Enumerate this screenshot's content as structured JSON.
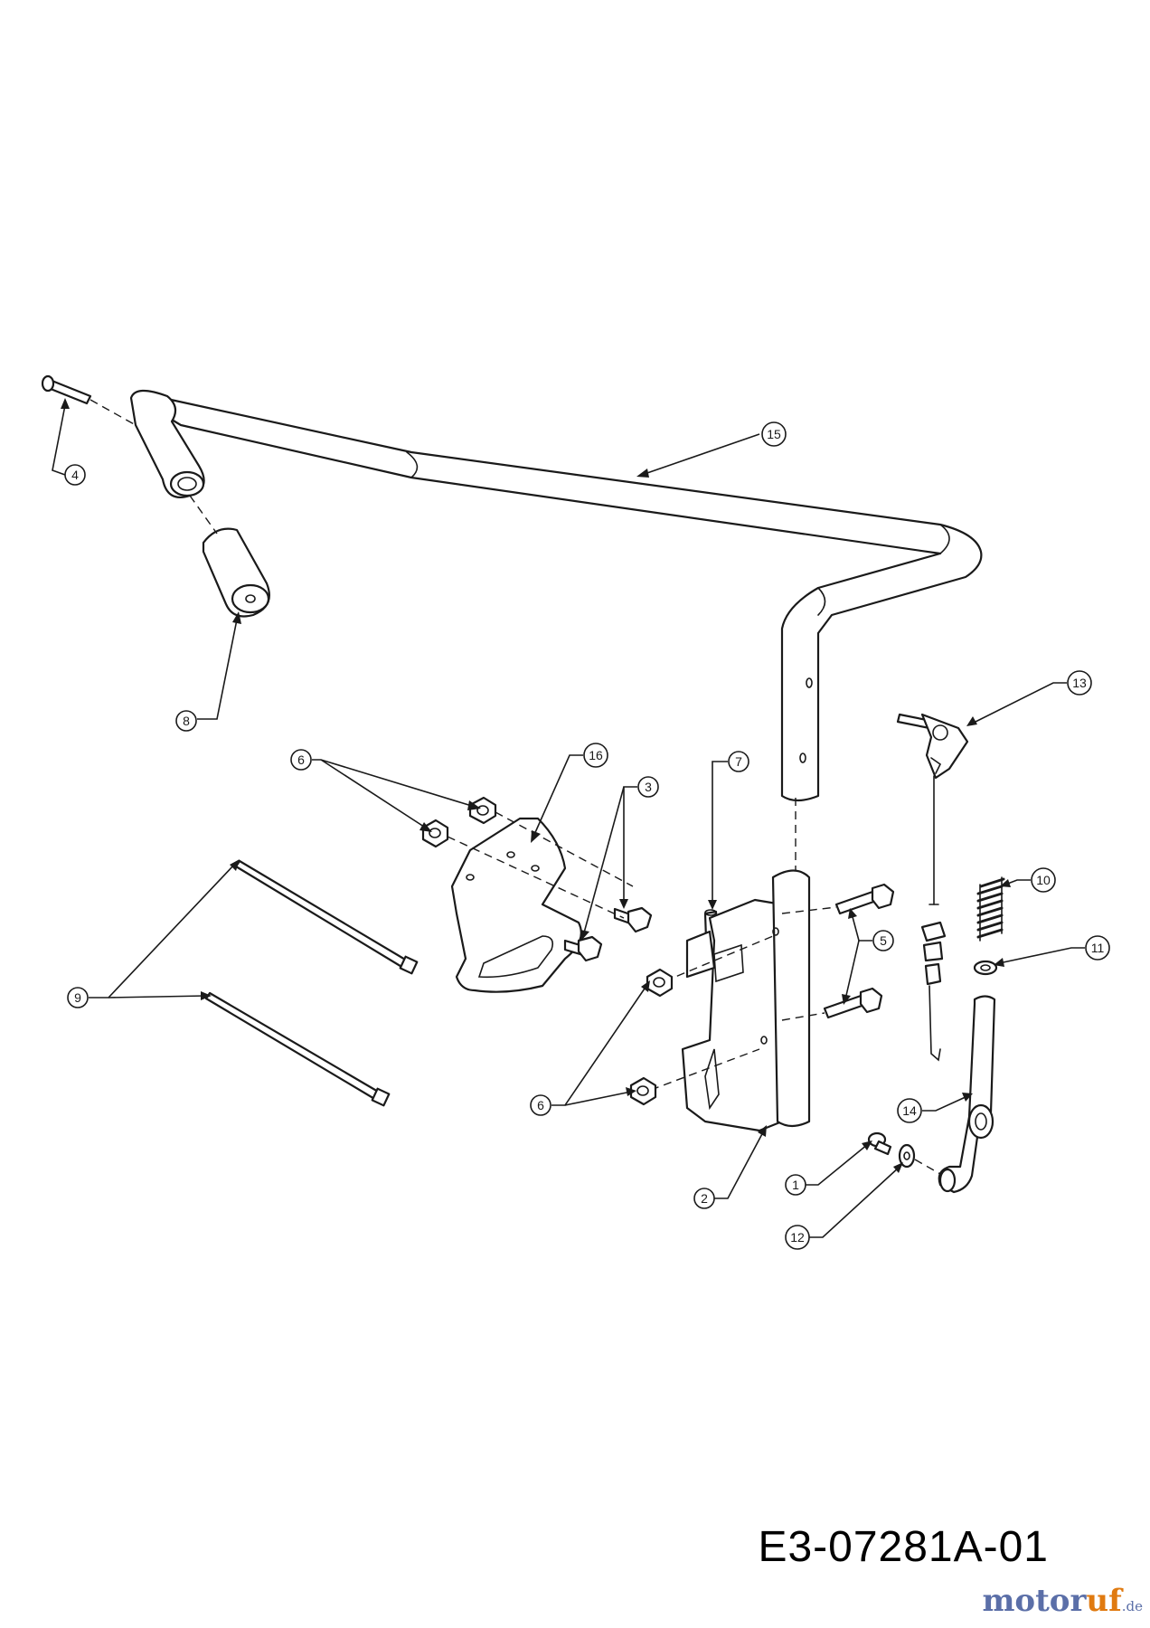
{
  "drawing_number": "E3-07281A-01",
  "brand": {
    "name_main": "motor",
    "name_accent": "uf",
    "tld": ".de"
  },
  "callouts": {
    "c1": "1",
    "c2": "2",
    "c3": "3",
    "c4": "4",
    "c5": "5",
    "c6a": "6",
    "c6b": "6",
    "c7": "7",
    "c8": "8",
    "c9": "9",
    "c10": "10",
    "c11": "11",
    "c12": "12",
    "c13": "13",
    "c14": "14",
    "c15": "15",
    "c16": "16"
  }
}
